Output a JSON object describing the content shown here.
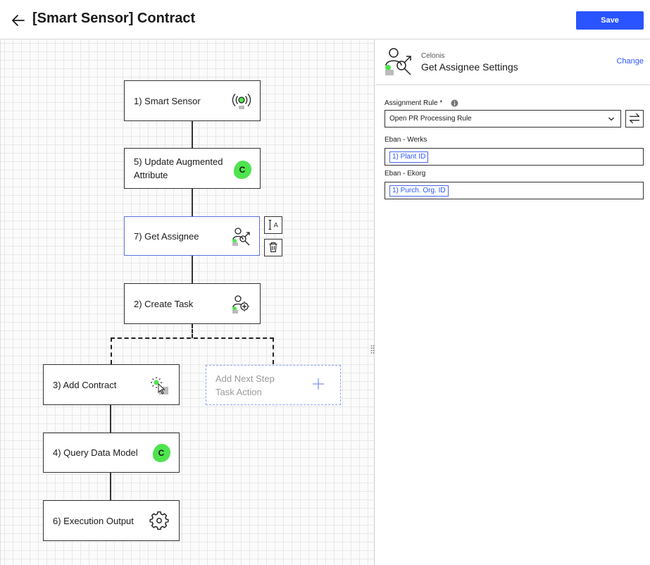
{
  "header": {
    "title": "[Smart Sensor] Contract",
    "save_label": "Save"
  },
  "canvas": {
    "nodes": [
      {
        "label": "1) Smart Sensor",
        "icon": "smart-sensor-icon"
      },
      {
        "label": "5) Update Augmented",
        "label_line2": "Attribute",
        "icon": "celonis-icon"
      },
      {
        "label": "7) Get Assignee",
        "icon": "get-assignee-icon"
      },
      {
        "label": "2) Create Task",
        "icon": "create-task-icon"
      },
      {
        "label": "3) Add Contract",
        "icon": "action-icon"
      },
      {
        "label": "4) Query Data Model",
        "icon": "celonis-icon"
      },
      {
        "label": "6) Execution Output",
        "icon": "gear-icon"
      }
    ],
    "add_step": {
      "line1": "Add Next Step",
      "line2": "Task Action"
    }
  },
  "panel": {
    "vendor": "Celonis",
    "title": "Get Assignee Settings",
    "change_label": "Change",
    "assignment_rule_label": "Assignment Rule *",
    "assignment_rule_value": "Open PR Processing Rule",
    "fields": [
      {
        "label": "Eban - Werks",
        "chip": "1) Plant ID"
      },
      {
        "label": "Eban - Ekorg",
        "chip": "1) Purch. Org. ID"
      }
    ]
  },
  "colors": {
    "accent": "#2a54ff",
    "celonis_green": "#4ee44e",
    "selected_border": "#5a6fe0"
  }
}
